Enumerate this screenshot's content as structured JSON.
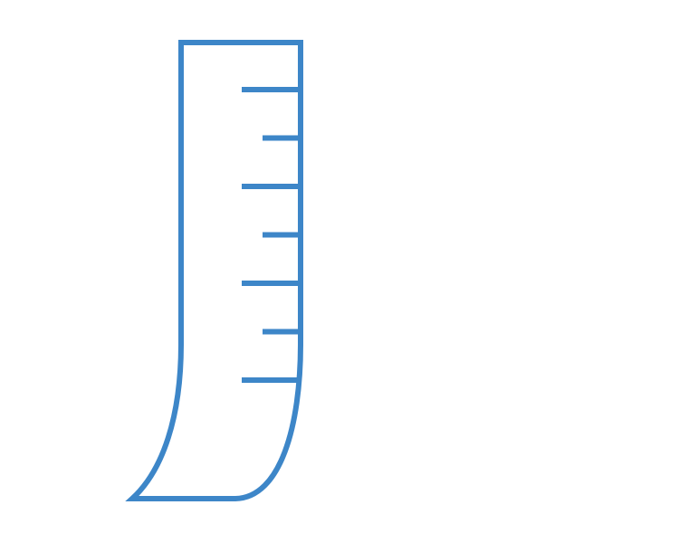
{
  "icon": {
    "name": "measuring-cylinder-icon",
    "stroke_color": "#3d86c8",
    "background_color": "#ffffff",
    "tick_pattern": [
      "long",
      "short",
      "long",
      "short",
      "long",
      "short",
      "long"
    ]
  }
}
